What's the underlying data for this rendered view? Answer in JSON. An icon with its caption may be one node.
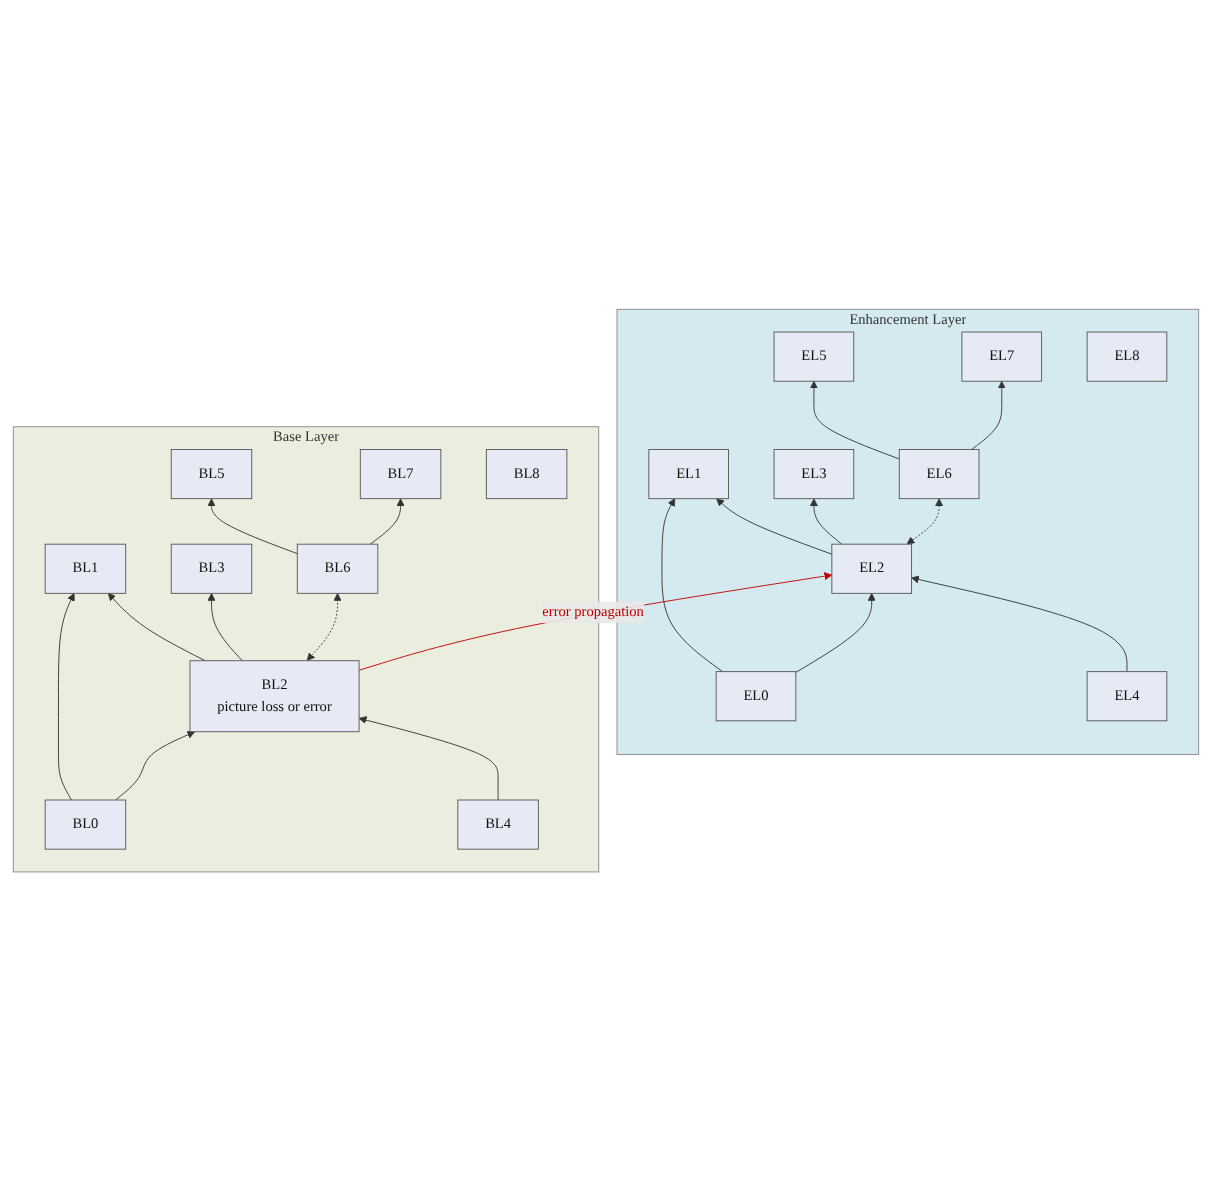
{
  "diagram": {
    "nodes": [
      {
        "text": [
          "Enhancement Layer"
        ]
      },
      {
        "text": [
          "EL0"
        ],
        "in": 0
      },
      {
        "text": [
          "EL1"
        ],
        "in": 0
      },
      {
        "text": [
          "EL2"
        ],
        "in": 0
      },
      {
        "text": [
          "EL3"
        ],
        "in": 0
      },
      {
        "text": [
          "EL4"
        ],
        "in": 0
      },
      {
        "text": [
          "EL5"
        ],
        "in": 0
      },
      {
        "text": [
          "EL6"
        ],
        "in": 0
      },
      {
        "text": [
          "EL7"
        ],
        "in": 0
      },
      {
        "text": [
          "EL8"
        ],
        "in": 0
      },
      {
        "text": [
          "Base Layer"
        ]
      },
      {
        "text": [
          "BL0"
        ],
        "in": 10
      },
      {
        "text": [
          "BL1"
        ],
        "in": 10
      },
      {
        "text": [
          "BL2",
          "picture loss or error"
        ],
        "in": 10
      },
      {
        "text": [
          "BL3"
        ],
        "in": 10
      },
      {
        "text": [
          "BL4"
        ],
        "in": 10
      },
      {
        "text": [
          "BL5"
        ],
        "in": 10
      },
      {
        "text": [
          "BL6"
        ],
        "in": 10
      },
      {
        "text": [
          "BL7"
        ],
        "in": 10
      },
      {
        "text": [
          "BL8"
        ],
        "in": 10
      }
    ],
    "edges": [
      {
        "from": 1,
        "to": 2,
        "arrow": "to"
      },
      {
        "from": 1,
        "to": 3,
        "arrow": "to"
      },
      {
        "from": 3,
        "to": 2,
        "arrow": "to"
      },
      {
        "from": 3,
        "to": 4,
        "arrow": "to"
      },
      {
        "from": 5,
        "to": 3,
        "arrow": "to"
      },
      {
        "from": 3,
        "to": 7,
        "arrow": "both",
        "style": "dashed"
      },
      {
        "from": 7,
        "to": 6,
        "arrow": "to"
      },
      {
        "from": 7,
        "to": 8,
        "arrow": "to"
      },
      {
        "from": 11,
        "to": 12,
        "arrow": "to"
      },
      {
        "from": 11,
        "to": 13,
        "arrow": "to"
      },
      {
        "from": 13,
        "to": 12,
        "arrow": "to"
      },
      {
        "from": 13,
        "to": 14,
        "arrow": "to"
      },
      {
        "from": 15,
        "to": 13,
        "arrow": "to"
      },
      {
        "from": 13,
        "to": 17,
        "arrow": "both",
        "style": "dashed"
      },
      {
        "from": 17,
        "to": 16,
        "arrow": "to"
      },
      {
        "from": 17,
        "to": 18,
        "arrow": "to"
      },
      {
        "from": 13,
        "to": 3,
        "arrow": "to",
        "label": "error propagation",
        "color": "#c00000"
      }
    ]
  }
}
